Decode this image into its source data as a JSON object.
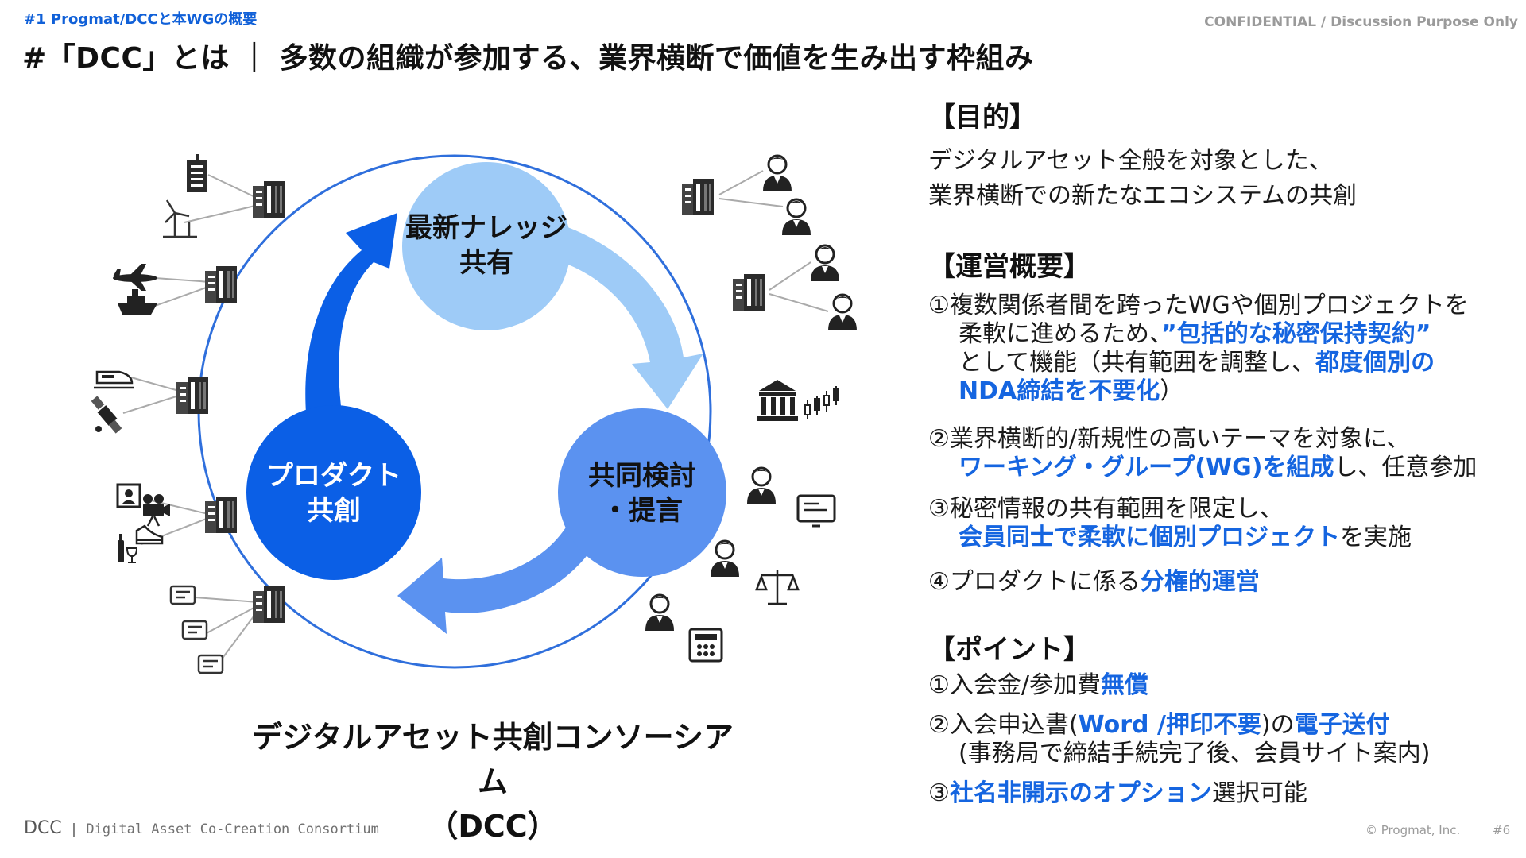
{
  "header": {
    "section_label": "#1  Progmat/DCCと本WGの概要",
    "confidential": "CONFIDENTIAL / Discussion Purpose Only",
    "title": "#「DCC」とは ｜ 多数の組織が参加する、業界横断で価値を生み出す枠組み"
  },
  "cycle": {
    "node_top": [
      "最新ナレッジ",
      "共有"
    ],
    "node_right": [
      "共同検討",
      "・提言"
    ],
    "node_left": [
      "プロダクト",
      "共創"
    ]
  },
  "consortium": {
    "name_line1": "デジタルアセット共創コンソーシアム",
    "name_line2": "（DCC）"
  },
  "purpose": {
    "heading": "【目的】",
    "line1": "デジタルアセット全般を対象とした、",
    "line2": "業界横断での新たなエコシステムの共創"
  },
  "operation": {
    "heading": "【運営概要】",
    "item1": {
      "l1": "①複数関係者間を跨ったWGや個別プロジェクトを",
      "l2a": "柔軟に進めるため、",
      "l2b": "”包括的な秘密保持契約”",
      "l3a": "として機能（共有範囲を調整し、",
      "l3b": "都度個別の",
      "l4a": "NDA締結を不要化",
      "l4b": "）"
    },
    "item2": {
      "l1": "②業界横断的/新規性の高いテーマを対象に、",
      "l2a": "ワーキング・グループ(WG)を組成",
      "l2b": "し、任意参加"
    },
    "item3": {
      "l1": "③秘密情報の共有範囲を限定し、",
      "l2a": "会員同士で柔軟に個別プロジェクト",
      "l2b": "を実施"
    },
    "item4": {
      "a": "④プロダクトに係る",
      "b": "分権的運営"
    }
  },
  "points": {
    "heading": "【ポイント】",
    "item1": {
      "a": "①入会金/参加費",
      "b": "無償"
    },
    "item2": {
      "a": "②入会申込書(",
      "b": "Word /押印不要",
      "c": ")の",
      "d": "電子送付",
      "l2": "(事務局で締結手続完了後、会員サイト案内)"
    },
    "item3": {
      "a": "③",
      "b": "社名非開示のオプション",
      "c": "選択可能"
    }
  },
  "footer": {
    "logo_text": "DCC",
    "logo_sub": "Digital Asset Co-Creation Consortium",
    "copyright": "© Progmat, Inc.",
    "page_number": "#6"
  },
  "colors": {
    "accent": "#1565e0",
    "node_top": "#9ecbf7",
    "node_right": "#5b92f0",
    "node_left": "#0b5fe6",
    "ring": "#2f6fdc"
  },
  "icons": {
    "members": [
      "office-building-icon",
      "wind-turbine-icon",
      "airplane-icon",
      "ship-icon",
      "train-icon",
      "satellite-icon",
      "art-frame-icon",
      "camera-icon",
      "wine-icon",
      "sneaker-icon",
      "invoice-icon",
      "banknote-icon",
      "certificate-icon",
      "person-icon",
      "bank-icon",
      "candlestick-chart-icon",
      "coder-icon",
      "lawyer-icon",
      "scales-icon",
      "accountant-icon",
      "calculator-icon"
    ]
  }
}
